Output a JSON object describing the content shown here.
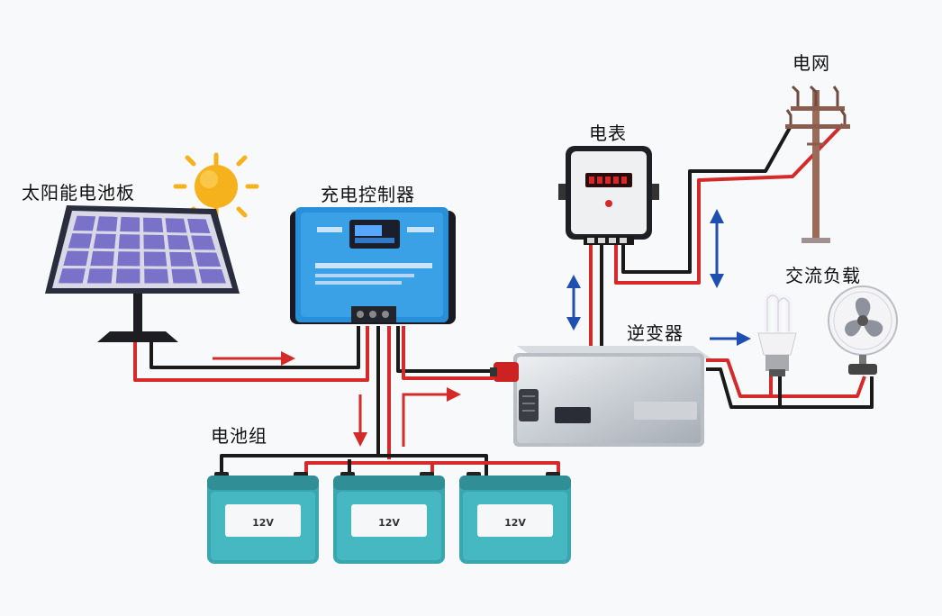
{
  "labels": {
    "solar_panel": "太阳能电池板",
    "charge_controller": "充电控制器",
    "meter": "电表",
    "grid": "电网",
    "ac_load": "交流负载",
    "inverter": "逆变器",
    "battery_bank": "电池组"
  },
  "batteries": [
    {
      "label": "12V"
    },
    {
      "label": "12V"
    },
    {
      "label": "12V"
    }
  ],
  "colors": {
    "positive_wire": "#d42a2a",
    "negative_wire": "#1a1a1a",
    "flow_arrow_red": "#d42a2a",
    "flow_arrow_blue": "#1f4fb0",
    "controller_body": "#2a8fd9",
    "battery_body": "#3aa7b0",
    "panel_cell": "#7a72c8",
    "sun": "#f6b21d",
    "meter_display": "#d62828"
  }
}
